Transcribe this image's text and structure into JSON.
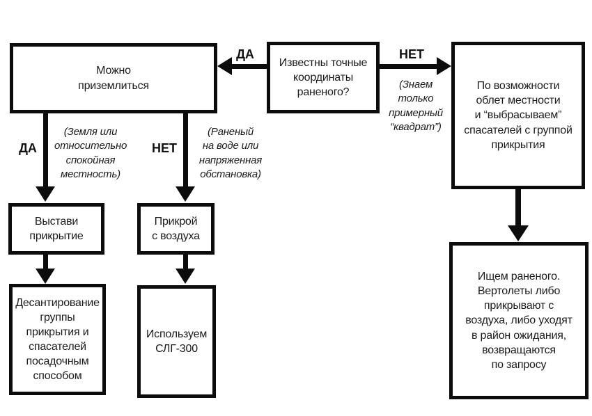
{
  "diagram": {
    "nodes": {
      "known_coords": "Известны точные\nкоординаты\nраненого?",
      "can_land": "Можно\nприземлиться",
      "overfly": "По возможности\nоблет местности\nи “выбрасываем”\nспасателей с группой\nприкрытия",
      "set_cover": "Выстави\nприкрытие",
      "cover_from_air": "Прикрой\nс воздуха",
      "landing_method": "Десантирование\nгруппы\nприкрытия и\nспасателей\nпосадочным\nспособом",
      "use_slg": "Используем\nСЛГ-300",
      "search_wounded": "Ищем раненого.\nВертолеты либо\nприкрывают с\nвоздуха, либо уходят\nв район ожидания,\nвозвращаются\nпо запросу"
    },
    "edge_labels": {
      "yes_top": "ДА",
      "no_top": "НЕТ",
      "yes_left": "ДА",
      "no_mid": "НЕТ"
    },
    "notes": {
      "approx_square": "(Знаем\nтолько\nпримерный\n“квадрат”)",
      "calm_terrain": "(Земля или\nотносительно\nспокойная\nместность)",
      "water_or_tension": "(Раненый\nна воде или\nнапряженная\nобстановка)"
    },
    "colors": {
      "line": "#0c0c0c",
      "background": "#ffffff",
      "text": "#1b1b1b"
    }
  }
}
